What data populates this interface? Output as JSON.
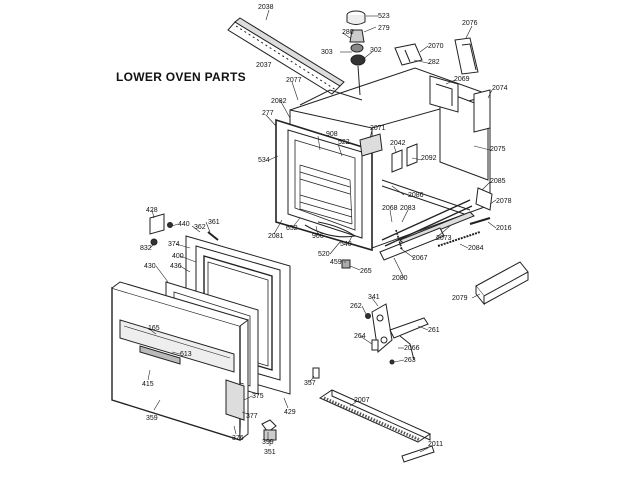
{
  "title": "LOWER OVEN PARTS",
  "labels": {
    "p2038": "2038",
    "p523": "523",
    "p280": "280",
    "p279": "279",
    "p2076": "2076",
    "p303": "303",
    "p302": "302",
    "p2070": "2070",
    "p282": "282",
    "p2069": "2069",
    "p2037": "2037",
    "p2077": "2077",
    "p2074": "2074",
    "p2082": "2082",
    "p277": "277",
    "p908": "908",
    "p522": "522",
    "p2071": "2071",
    "p2042": "2042",
    "p2092": "2092",
    "p2075": "2075",
    "p534": "534",
    "p2086": "2086",
    "p2085": "2085",
    "p2078": "2078",
    "p2081": "2081",
    "p652": "652",
    "p906": "906",
    "p2068": "2068",
    "p2083": "2083",
    "p2016": "2016",
    "p2073": "2073",
    "p540": "540",
    "p520": "520",
    "p459": "459",
    "p265": "265",
    "p2067": "2067",
    "p2084": "2084",
    "p2080": "2080",
    "p428": "428",
    "p440": "440",
    "p361": "361",
    "p362": "362",
    "p832": "832",
    "p374": "374",
    "p400": "400",
    "p430": "430",
    "p436": "436",
    "p2079": "2079",
    "p262": "262",
    "p341": "341",
    "p261": "261",
    "p165": "165",
    "p613": "613",
    "p264": "264",
    "p2066": "2066",
    "p263": "263",
    "p415": "415",
    "p357": "357",
    "p375": "375",
    "p2007": "2007",
    "p429": "429",
    "p359": "359",
    "p377": "377",
    "p376": "376",
    "p399": "399",
    "p351": "351",
    "p2011": "2011"
  }
}
